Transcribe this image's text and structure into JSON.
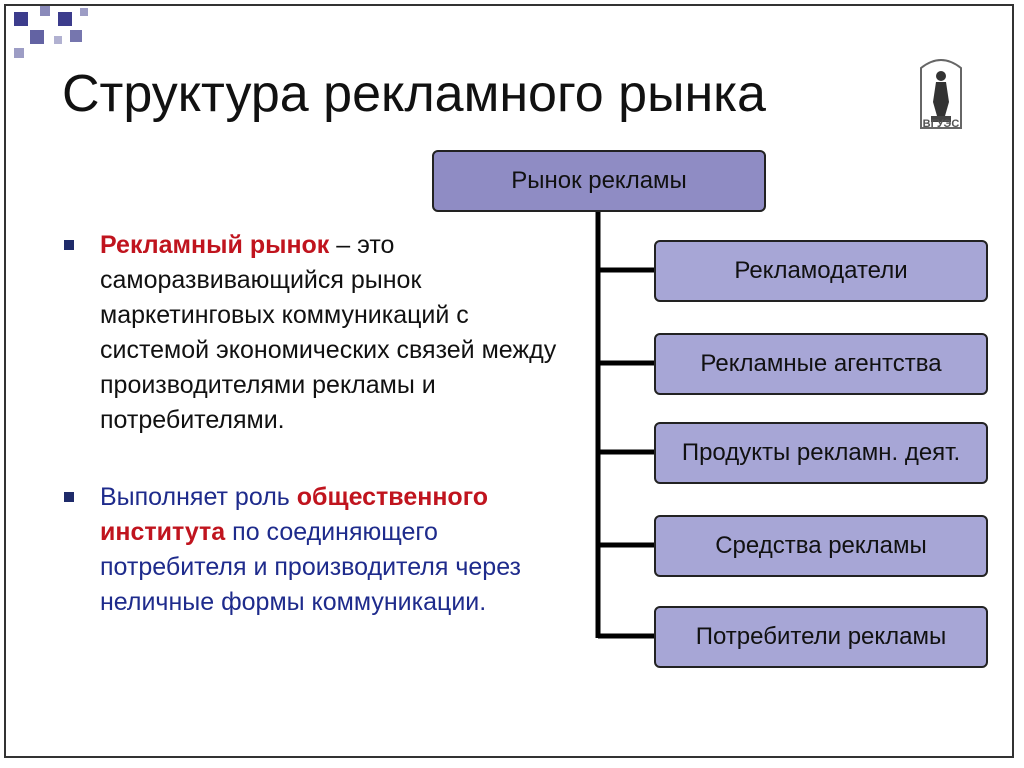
{
  "slide": {
    "title": "Структура рекламного рынка",
    "logo_text": "ВГУЭС"
  },
  "bullets": [
    {
      "highlight": "Рекламный рынок",
      "text": " – это саморазвивающийся  рынок маркетинговых коммуникаций с системой экономических связей между производителями рекламы и потребителями."
    },
    {
      "text_before": "Выполняет роль ",
      "highlight": "общественного института",
      "text_after": " по соединяющего потребителя и производителя через неличные формы коммуникации."
    }
  ],
  "diagram": {
    "root": "Рынок рекламы",
    "children": [
      "Рекламодатели",
      "Рекламные агентства",
      "Продукты рекламн. деят.",
      "Средства рекламы",
      "Потребители рекламы"
    ]
  },
  "colors": {
    "box_fill": "#a7a6d6",
    "root_fill": "#8f8cc4",
    "highlight_red": "#c0141e",
    "bullet_blue": "#1e2b8c"
  }
}
